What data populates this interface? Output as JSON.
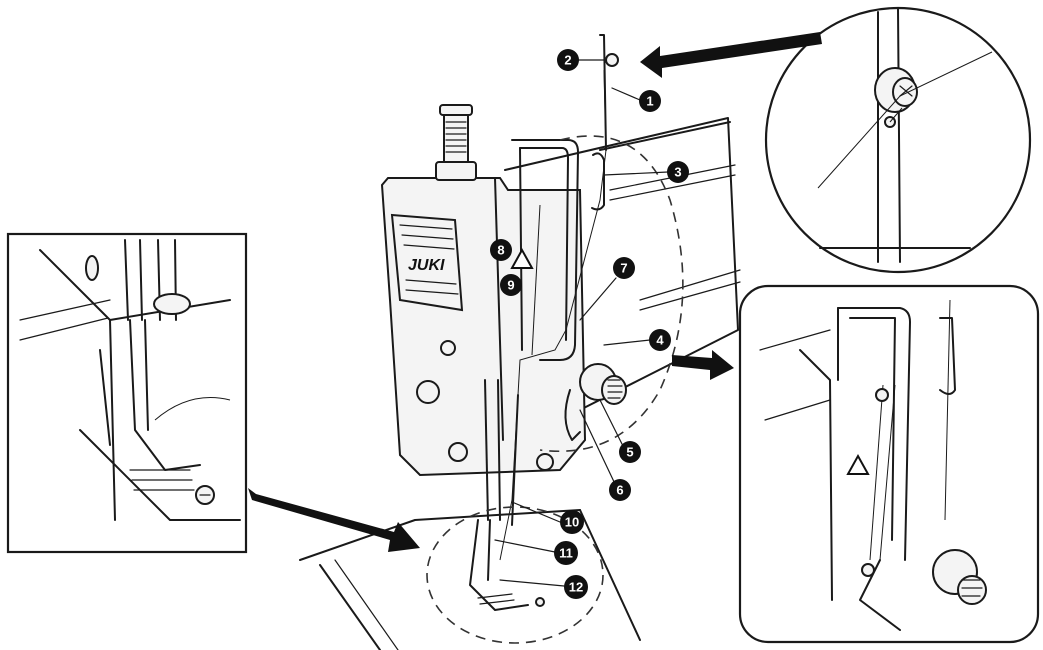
{
  "brand": {
    "logo_text": "JUKI"
  },
  "callouts": [
    {
      "id": "c1",
      "label": "1"
    },
    {
      "id": "c2",
      "label": "2"
    },
    {
      "id": "c3",
      "label": "3"
    },
    {
      "id": "c4",
      "label": "4"
    },
    {
      "id": "c5",
      "label": "5"
    },
    {
      "id": "c6",
      "label": "6"
    },
    {
      "id": "c7",
      "label": "7"
    },
    {
      "id": "c8",
      "label": "8"
    },
    {
      "id": "c9",
      "label": "9"
    },
    {
      "id": "c10",
      "label": "10"
    },
    {
      "id": "c11",
      "label": "11"
    },
    {
      "id": "c12",
      "label": "12"
    }
  ],
  "warning_symbol": "triangle",
  "detail_views": [
    "thread-guide-closeup",
    "take-up-lever-closeup",
    "presser-foot-closeup"
  ],
  "colors": {
    "ink": "#1a1a1a",
    "paper": "#ffffff"
  }
}
